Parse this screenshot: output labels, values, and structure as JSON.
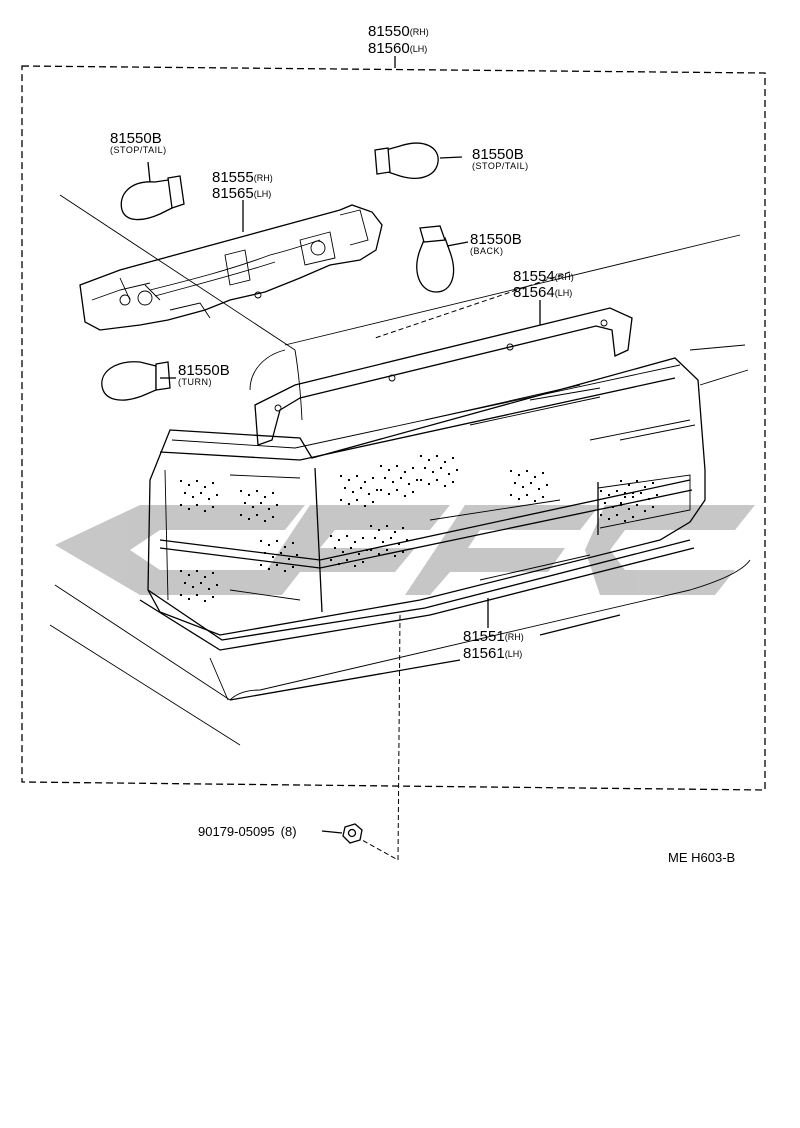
{
  "assembly": {
    "part_rh": "81550",
    "tag_rh": "(RH)",
    "part_lh": "81560",
    "tag_lh": "(LH)"
  },
  "bulbs": [
    {
      "part": "81550B",
      "use": "(STOP/TAIL)"
    },
    {
      "part": "81550B",
      "use": "(STOP/TAIL)"
    },
    {
      "part": "81550B",
      "use": "(BACK)"
    },
    {
      "part": "81550B",
      "use": "(TURN)"
    }
  ],
  "socket_plate": {
    "part_rh": "81555",
    "tag_rh": "(RH)",
    "part_lh": "81565",
    "tag_lh": "(LH)"
  },
  "gasket": {
    "part_rh": "81554",
    "tag_rh": "(RH)",
    "part_lh": "81564",
    "tag_lh": "(LH)"
  },
  "lens_body": {
    "part_rh": "81551",
    "tag_rh": "(RH)",
    "part_lh": "81561",
    "tag_lh": "(LH)"
  },
  "nut": {
    "part": "90179-05095",
    "qty": "(8)"
  },
  "drawing_code": "ME H603-B",
  "watermark_color": "#bdbdbd"
}
